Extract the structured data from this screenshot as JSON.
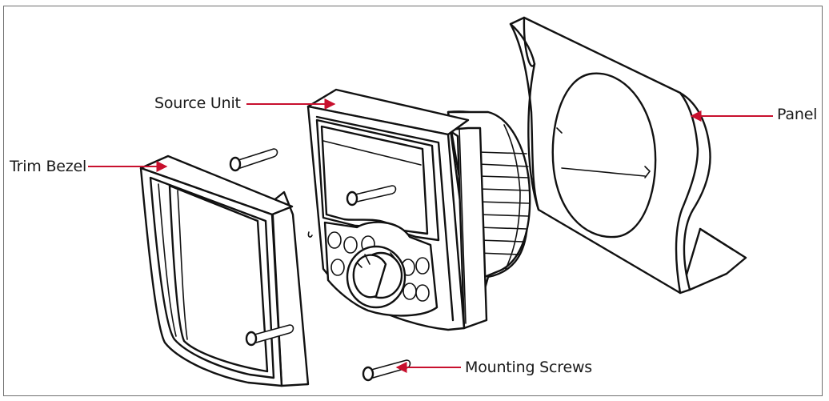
{
  "labels": {
    "source_unit": "Source Unit",
    "trim_bezel": "Trim Bezel",
    "panel": "Panel",
    "mounting_screws": "Mounting Screws"
  },
  "colors": {
    "leader": "#c8102e",
    "outline": "#111111",
    "frame": "#6f6f6f"
  }
}
